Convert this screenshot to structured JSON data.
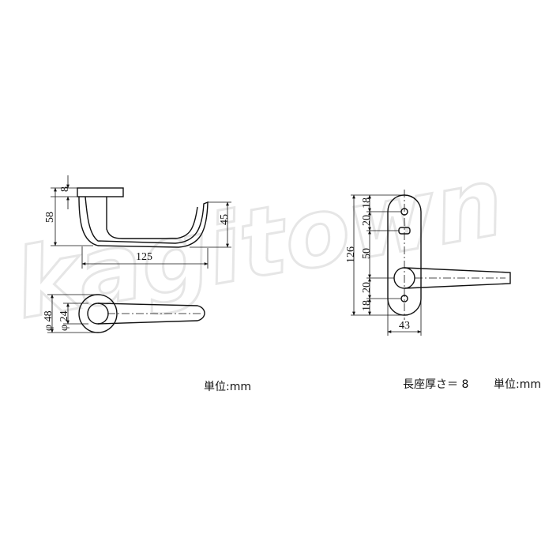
{
  "watermark": "kagitown",
  "colors": {
    "line": "#111111",
    "watermark": "#e6e6e6"
  },
  "left_drawing": {
    "dim_rose_thickness": "8",
    "dim_total_height": "58",
    "dim_handle_length": "125",
    "dim_handle_height": "45",
    "dim_rose_outer": "φ 48",
    "dim_rose_inner": "φ 24",
    "unit_note": "単位:mm"
  },
  "right_drawing": {
    "dim_top_18": "18",
    "dim_20_upper": "20",
    "dim_50": "50",
    "dim_20_lower": "20",
    "dim_bottom_18": "18",
    "dim_total_126": "126",
    "dim_width_43": "43",
    "thickness_note": "長座厚さ＝ 8",
    "unit_note": "単位:mm"
  }
}
